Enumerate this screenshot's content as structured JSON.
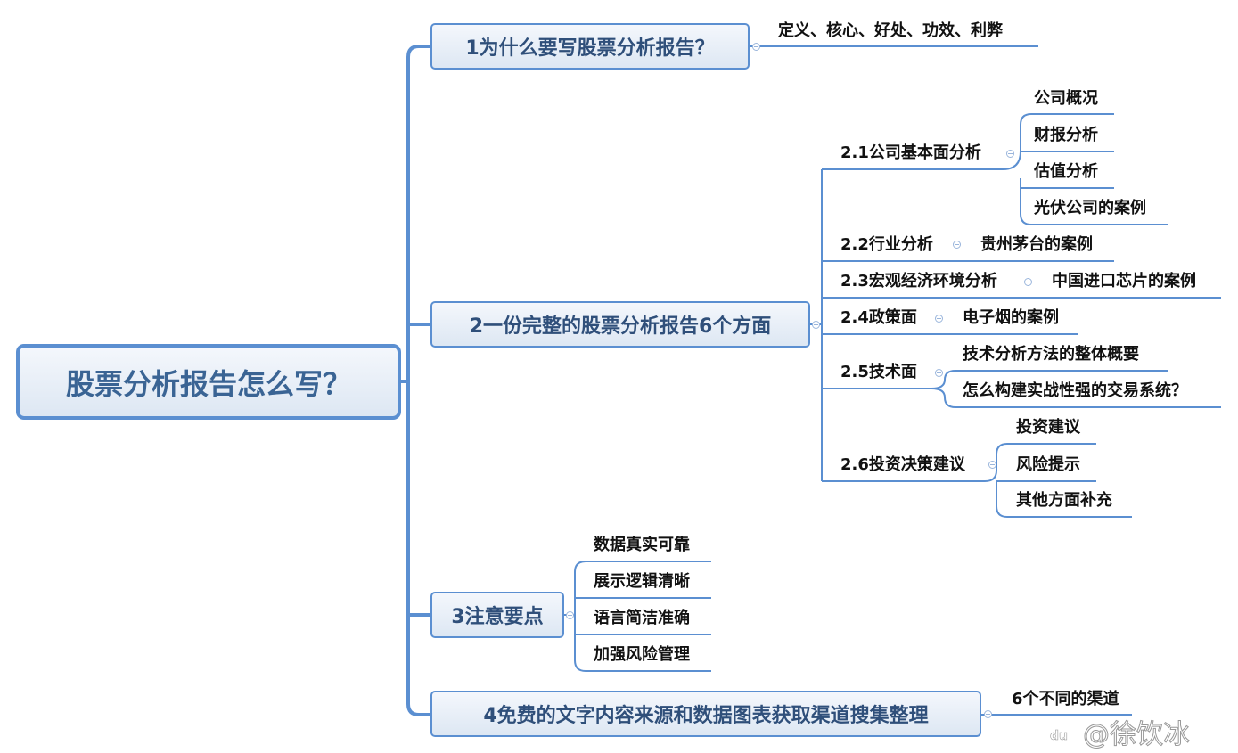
{
  "root": "股票分析报告怎么写？",
  "branches": [
    {
      "label": "1为什么要写股票分析报告？",
      "children": [
        "定义、核心、好处、功效、利弊"
      ]
    },
    {
      "label": "2一份完整的股票分析报告6个方面",
      "children": [
        {
          "label": "2.1公司基本面分析",
          "children": [
            "公司概况",
            "财报分析",
            "估值分析",
            "光伏公司的案例"
          ]
        },
        {
          "label": "2.2行业分析",
          "children": [
            "贵州茅台的案例"
          ]
        },
        {
          "label": "2.3宏观经济环境分析",
          "children": [
            "中国进口芯片的案例"
          ]
        },
        {
          "label": "2.4政策面",
          "children": [
            "电子烟的案例"
          ]
        },
        {
          "label": "2.5技术面",
          "children": [
            "技术分析方法的整体概要",
            "怎么构建实战性强的交易系统？"
          ]
        },
        {
          "label": "2.6投资决策建议",
          "children": [
            "投资建议",
            "风险提示",
            "其他方面补充"
          ]
        }
      ]
    },
    {
      "label": "3注意要点",
      "children": [
        "数据真实可靠",
        "展示逻辑清晰",
        "语言简洁准确",
        "加强风险管理"
      ]
    },
    {
      "label": "4免费的文字内容来源和数据图表获取渠道搜集整理",
      "children": [
        "6个不同的渠道"
      ]
    }
  ],
  "watermark": {
    "logo": "du",
    "text": "@徐饮冰"
  },
  "colors": {
    "line": "#5b8fd1",
    "box_border": "#5b8fd1",
    "root_text": "#3a6494"
  }
}
